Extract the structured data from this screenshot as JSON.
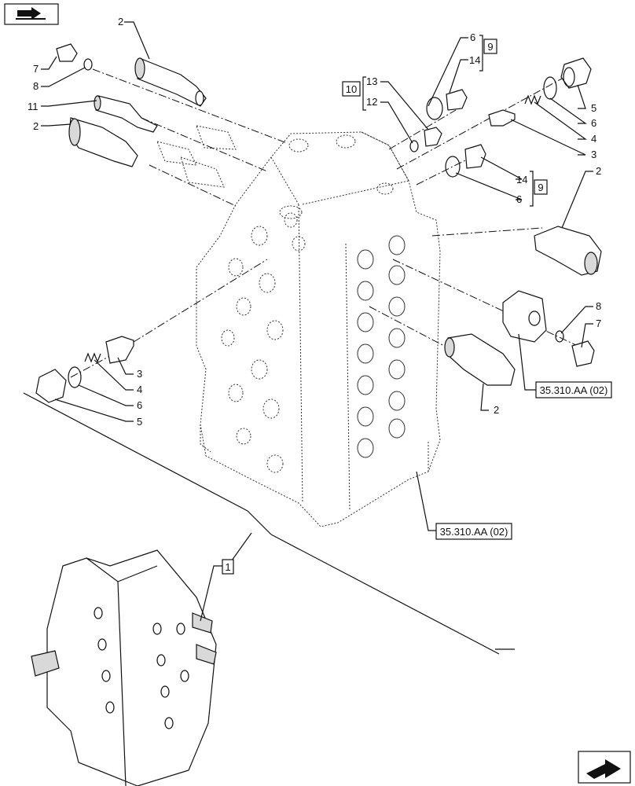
{
  "callouts": {
    "c2a": "2",
    "c7a": "7",
    "c8a": "8",
    "c11": "11",
    "c2b": "2",
    "c6a": "6",
    "c14a": "14",
    "c13": "13",
    "c12": "12",
    "c5a": "5",
    "c6b": "6",
    "c4a": "4",
    "c3a": "3",
    "c14b": "14",
    "c6c": "6",
    "c2c": "2",
    "c8b": "8",
    "c7b": "7",
    "c3b": "3",
    "c4b": "4",
    "c6d": "6",
    "c5b": "5",
    "c2d": "2"
  },
  "boxed": {
    "b9a": "9",
    "b10": "10",
    "b9b": "9",
    "b1": "1"
  },
  "references": {
    "ref_a": "35.310.AA (02)",
    "ref_b": "35.310.AA (02)"
  },
  "icons": {
    "top_left": "book-arrow-icon",
    "bottom_right": "next-page-arrow-icon"
  }
}
